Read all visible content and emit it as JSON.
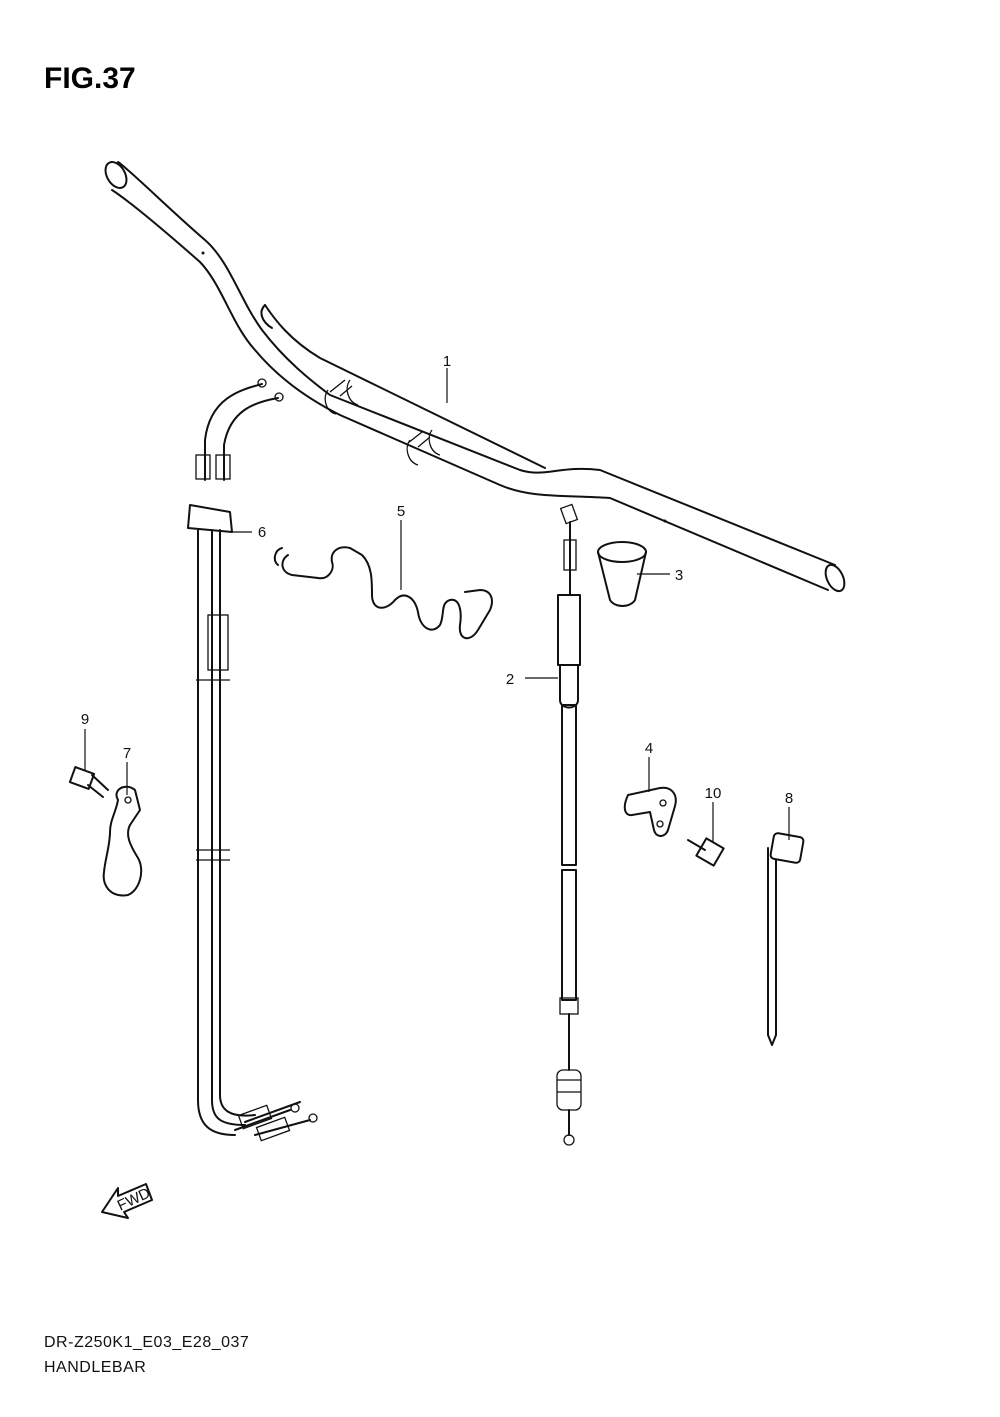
{
  "figure": {
    "title": "FIG.37"
  },
  "caption": {
    "model": "DR-Z250K1_E03_E28_037",
    "name": "HANDLEBAR"
  },
  "callouts": [
    "1",
    "2",
    "3",
    "4",
    "5",
    "6",
    "7",
    "8",
    "9",
    "10"
  ],
  "direction_label": "FWD"
}
